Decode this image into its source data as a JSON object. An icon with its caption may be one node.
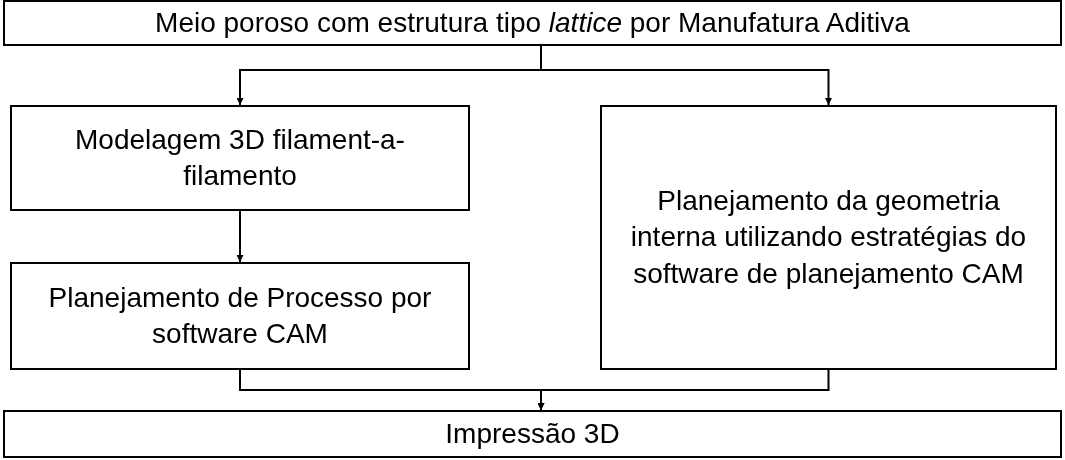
{
  "diagram": {
    "nodes": [
      {
        "text": [
          "Meio poroso com estrutura tipo *lattice* por Manufatura Aditiva"
        ]
      },
      {
        "text": [
          "Modelagem 3D filament-a-filamento"
        ]
      },
      {
        "text": [
          "Planejamento de Processo por software CAM"
        ]
      },
      {
        "text": [
          "Planejamento da geometria interna utilizando estratégias do software de planejamento CAM"
        ]
      },
      {
        "text": [
          "Impressão 3D"
        ]
      }
    ],
    "edges": [
      {
        "from": 0,
        "to": 1,
        "arrow": "to"
      },
      {
        "from": 0,
        "to": 3,
        "arrow": "to"
      },
      {
        "from": 1,
        "to": 2,
        "arrow": "to"
      },
      {
        "from": 2,
        "to": 4,
        "arrow": "to"
      },
      {
        "from": 3,
        "to": 4,
        "arrow": "to"
      }
    ]
  }
}
